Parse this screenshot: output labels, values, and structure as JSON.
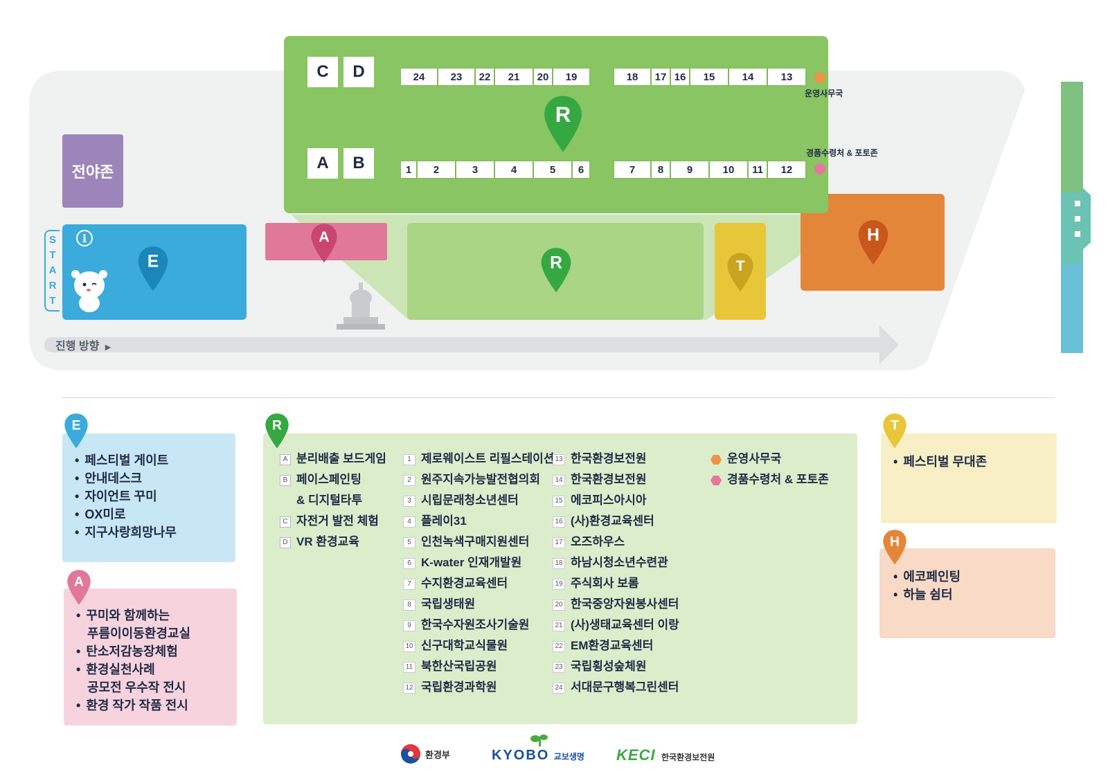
{
  "map": {
    "zones": {
      "jeonya_label": "전야존",
      "start_letters": [
        "S",
        "T",
        "A",
        "R",
        "T"
      ],
      "progress_label": "진행 방향"
    },
    "pins": {
      "E": "E",
      "A": "A",
      "R": "R",
      "T": "T",
      "H": "H"
    },
    "top_panel": {
      "big_boxes": [
        "C",
        "D",
        "A",
        "B"
      ],
      "top_row_left": [
        "24",
        "23",
        "22",
        "21",
        "20",
        "19"
      ],
      "top_row_right": [
        "18",
        "17",
        "16",
        "15",
        "14",
        "13"
      ],
      "bottom_row_left": [
        "1",
        "2",
        "3",
        "4",
        "5",
        "6"
      ],
      "bottom_row_right": [
        "7",
        "8",
        "9",
        "10",
        "11",
        "12"
      ],
      "office_label": "운영사무국",
      "prize_label": "경품수령처 & 포토존"
    }
  },
  "legend": {
    "E": {
      "letter": "E",
      "items": [
        "페스티벌 게이트",
        "안내데스크",
        "자이언트 꾸미",
        "OX미로",
        "지구사랑희망나무"
      ]
    },
    "A": {
      "letter": "A",
      "items": [
        [
          "꾸미와 함께하는",
          "푸름이이동환경교실"
        ],
        [
          "탄소저감농장체험"
        ],
        [
          "환경실천사례",
          "공모전 우수작 전시"
        ],
        [
          "환경 작가 작품 전시"
        ]
      ]
    },
    "R": {
      "letter": "R",
      "lettered": [
        {
          "key": "A",
          "lines": [
            "분리배출 보드게임"
          ]
        },
        {
          "key": "B",
          "lines": [
            "페이스페인팅",
            "& 디지털타투"
          ]
        },
        {
          "key": "C",
          "lines": [
            "자전거 발전 체험"
          ]
        },
        {
          "key": "D",
          "lines": [
            "VR 환경교육"
          ]
        }
      ],
      "numbered_1": [
        {
          "n": "1",
          "t": "제로웨이스트 리필스테이션"
        },
        {
          "n": "2",
          "t": "원주지속가능발전협의회"
        },
        {
          "n": "3",
          "t": "시립문래청소년센터"
        },
        {
          "n": "4",
          "t": "플레이31"
        },
        {
          "n": "5",
          "t": "인천녹색구매지원센터"
        },
        {
          "n": "6",
          "t": "K-water 인재개발원"
        },
        {
          "n": "7",
          "t": "수지환경교육센터"
        },
        {
          "n": "8",
          "t": "국립생태원"
        },
        {
          "n": "9",
          "t": "한국수자원조사기술원"
        },
        {
          "n": "10",
          "t": "신구대학교식물원"
        },
        {
          "n": "11",
          "t": "북한산국립공원"
        },
        {
          "n": "12",
          "t": "국립환경과학원"
        }
      ],
      "numbered_2": [
        {
          "n": "13",
          "t": "한국환경보전원"
        },
        {
          "n": "14",
          "t": "한국환경보전원"
        },
        {
          "n": "15",
          "t": "에코피스아시아"
        },
        {
          "n": "16",
          "t": "(사)환경교육센터"
        },
        {
          "n": "17",
          "t": "오즈하우스"
        },
        {
          "n": "18",
          "t": "하남시청소년수련관"
        },
        {
          "n": "19",
          "t": "주식회사 보롬"
        },
        {
          "n": "20",
          "t": "한국중앙자원봉사센터"
        },
        {
          "n": "21",
          "t": "(사)생태교육센터 이랑"
        },
        {
          "n": "22",
          "t": "EM환경교육센터"
        },
        {
          "n": "23",
          "t": "국립횡성숲체원"
        },
        {
          "n": "24",
          "t": "서대문구행복그린센터"
        }
      ],
      "office": "운영사무국",
      "prize": "경품수령처 & 포토존"
    },
    "T": {
      "letter": "T",
      "items": [
        "페스티벌 무대존"
      ]
    },
    "H": {
      "letter": "H",
      "items": [
        "에코페인팅",
        "하늘 쉼터"
      ]
    }
  },
  "footer": {
    "logo1": "환경부",
    "logo2_main": "KYOBO",
    "logo2_sub": "교보생명",
    "logo3_main": "KECI",
    "logo3_sub": "한국환경보전원"
  },
  "colors": {
    "green_dark": "#89c562",
    "green_light": "#a9d585",
    "blue": "#3aabdb",
    "pink": "#e0789a",
    "yellow": "#e8c63a",
    "orange": "#e4863a",
    "purple": "#9c85b9",
    "office_dot": "#ef9446",
    "prize_dot": "#e6779c"
  }
}
